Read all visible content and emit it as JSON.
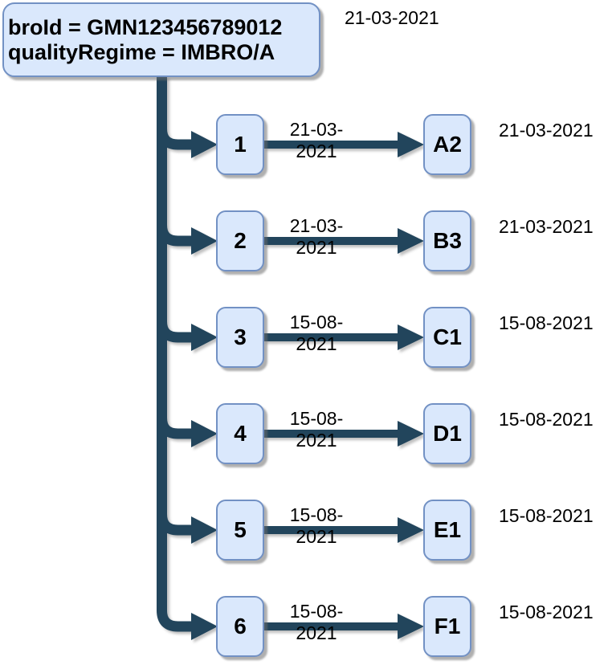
{
  "diagram": {
    "root": {
      "label_line1": "broId = GMN123456789012",
      "label_line2": "qualityRegime = IMBRO/A",
      "date": "21-03-2021"
    },
    "rows": [
      {
        "number": "1",
        "edge_date": "21-03-2021",
        "target": "A2",
        "date": "21-03-2021"
      },
      {
        "number": "2",
        "edge_date": "21-03-2021",
        "target": "B3",
        "date": "21-03-2021"
      },
      {
        "number": "3",
        "edge_date": "15-08-2021",
        "target": "C1",
        "date": "15-08-2021"
      },
      {
        "number": "4",
        "edge_date": "15-08-2021",
        "target": "D1",
        "date": "15-08-2021"
      },
      {
        "number": "5",
        "edge_date": "15-08-2021",
        "target": "E1",
        "date": "15-08-2021"
      },
      {
        "number": "6",
        "edge_date": "15-08-2021",
        "target": "F1",
        "date": "15-08-2021"
      }
    ]
  },
  "colors": {
    "connector": "#22455c",
    "node_fill": "#dae8fc",
    "node_border": "#7291c4",
    "text": "#000000"
  }
}
